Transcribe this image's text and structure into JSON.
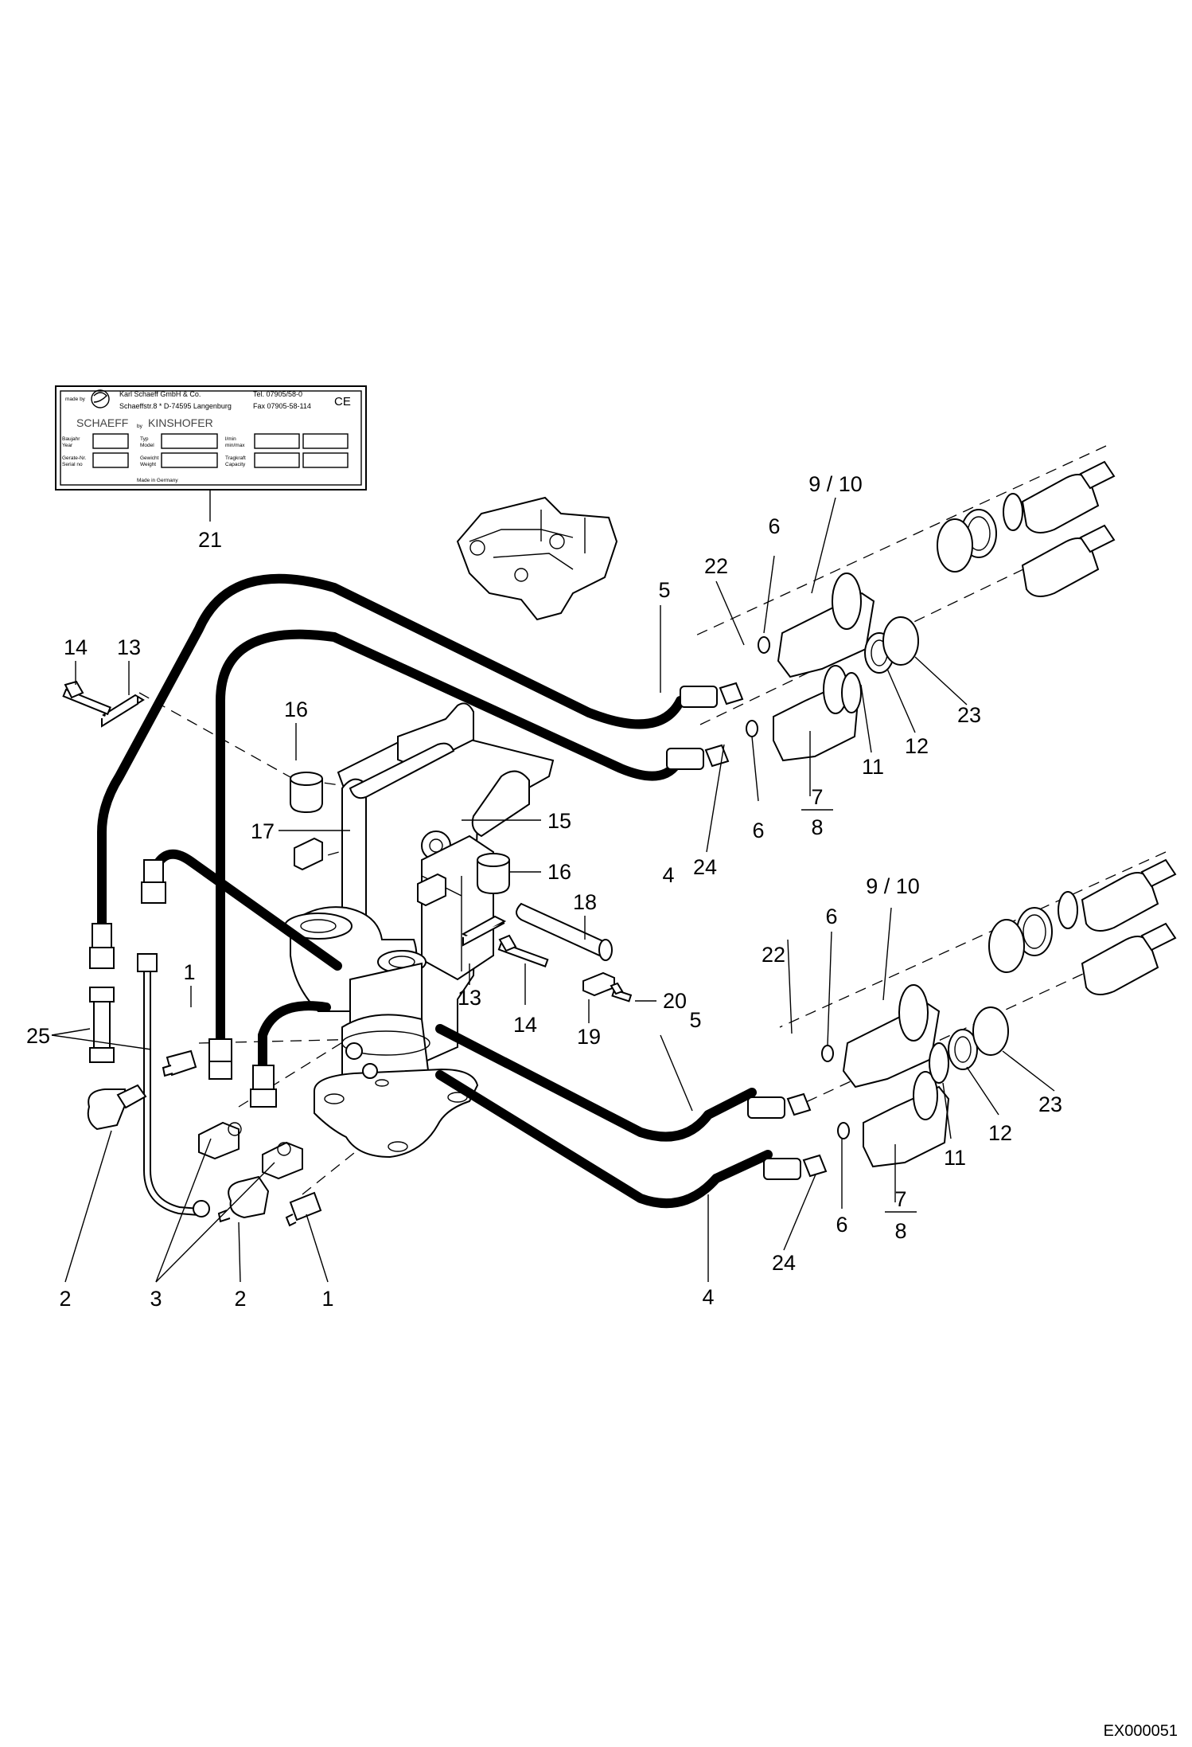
{
  "drawing_id": "EX000051",
  "nameplate": {
    "made_by": "made by",
    "company": "Karl Schaeff GmbH & Co.",
    "address": "Schaeffstr.8 * D-74595 Langenburg",
    "tel": "Tel. 07905/58-0",
    "fax": "Fax 07905-58-114",
    "ce_mark": "CE",
    "brand_left": "SCHAEFF",
    "brand_by": "by",
    "brand_right": "KINSHOFER",
    "field_year_1": "Baujahr",
    "field_year_2": "Year",
    "field_type_1": "Typ",
    "field_type_2": "Model",
    "field_flow_1": "l/min",
    "field_flow_2": "min/max",
    "field_serial_1": "Gerate-Nr.",
    "field_serial_2": "Serial no",
    "field_weight_1": "Gewicht",
    "field_weight_2": "Weight",
    "field_capacity_1": "Tragkraft",
    "field_capacity_2": "Capacity",
    "made_in": "Made in Germany"
  },
  "labels": {
    "l1a": "1",
    "l1b": "1",
    "l2a": "2",
    "l2b": "2",
    "l3": "3",
    "l4a": "4",
    "l4b": "4",
    "l5a": "5",
    "l5b": "5",
    "l6a": "6",
    "l6b": "6",
    "l6c": "6",
    "l6d": "6",
    "l7a": "7",
    "l7b": "7",
    "l8a": "8",
    "l8b": "8",
    "l910a": "9 / 10",
    "l910b": "9 / 10",
    "l11a": "11",
    "l11b": "11",
    "l12a": "12",
    "l12b": "12",
    "l13a": "13",
    "l13b": "13",
    "l14a": "14",
    "l14b": "14",
    "l15": "15",
    "l16a": "16",
    "l16b": "16",
    "l17": "17",
    "l18": "18",
    "l19": "19",
    "l20": "20",
    "l21": "21",
    "l22a": "22",
    "l22b": "22",
    "l23a": "23",
    "l23b": "23",
    "l24a": "24",
    "l24b": "24",
    "l25": "25"
  }
}
